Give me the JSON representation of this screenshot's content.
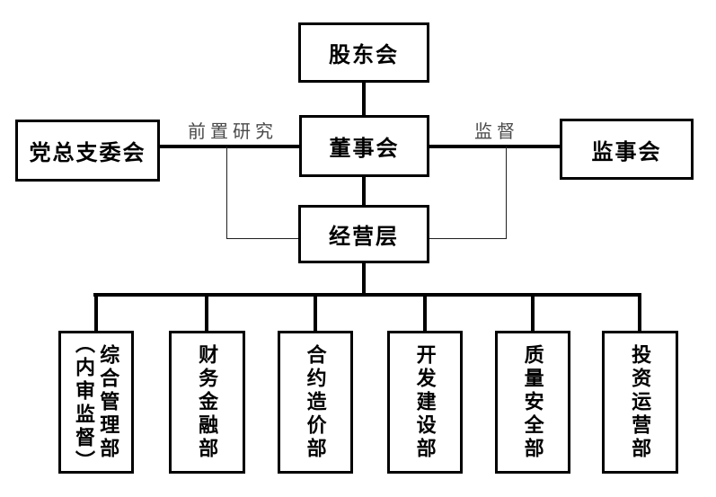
{
  "diagram": {
    "nodes": {
      "shareholders": "股东会",
      "party_committee": "党总支委会",
      "board": "董事会",
      "supervisors": "监事会",
      "management": "经营层"
    },
    "edge_labels": {
      "pre_research": "前置研究",
      "supervision": "监督"
    },
    "departments": [
      {
        "label": "综合管理部",
        "sub": "（内审监督）"
      },
      {
        "label": "财务金融部",
        "sub": ""
      },
      {
        "label": "合约造价部",
        "sub": ""
      },
      {
        "label": "开发建设部",
        "sub": ""
      },
      {
        "label": "质量安全部",
        "sub": ""
      },
      {
        "label": "投资运营部",
        "sub": ""
      }
    ],
    "colors": {
      "background": "#ffffff",
      "box_border": "#000000",
      "line": "#000000",
      "node_text": "#000000",
      "edge_label_text": "#4a4a4a"
    }
  }
}
